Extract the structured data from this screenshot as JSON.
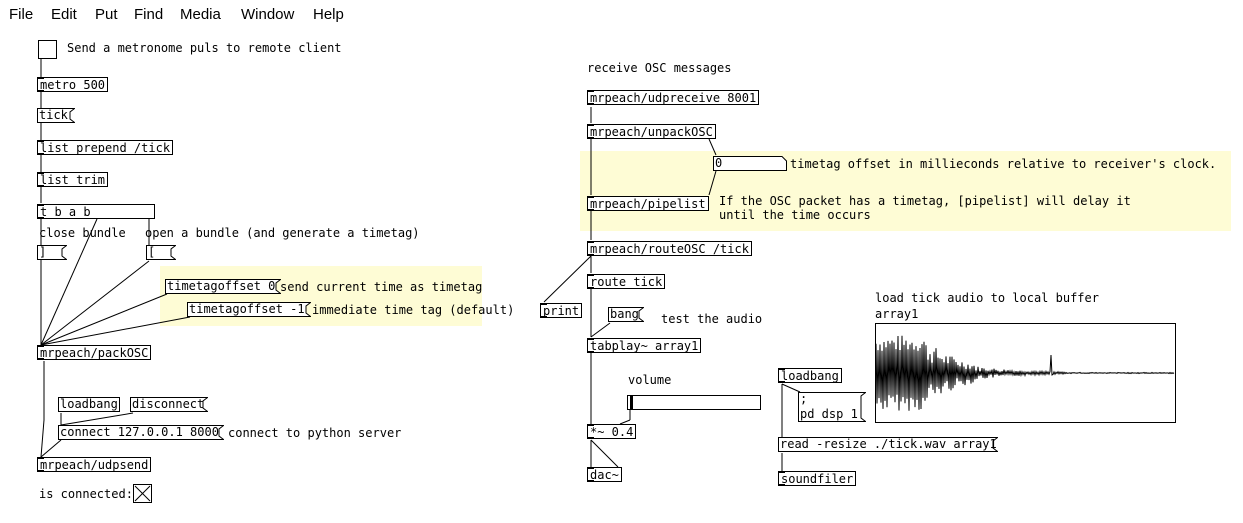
{
  "menu": [
    "File",
    "Edit",
    "Put",
    "Find",
    "Media",
    "Window",
    "Help"
  ],
  "comments": {
    "send_metronome": "Send a metronome puls to remote client",
    "receive_osc": "receive OSC messages",
    "close_bundle": "close bundle",
    "open_bundle": "open a bundle (and generate a timetag)",
    "send_current_time": "send current time as timetag",
    "immediate_tag": "immediate time tag (default)",
    "connect_python": "connect to python server",
    "is_connected": "is connected:",
    "timetag_offset": "timetag offset in millieconds relative to receiver's clock.",
    "pipelist_line1": "If the OSC packet has a timetag, [pipelist] will delay it",
    "pipelist_line2": "until the time occurs",
    "test_audio": "test the audio",
    "volume": "volume",
    "load_tick": "load tick audio to local buffer",
    "array_name": "array1"
  },
  "objects": {
    "metro": "metro 500",
    "list_prepend": "list prepend /tick",
    "list_trim": "list trim",
    "tbab": "t b a b",
    "packosc": "mrpeach/packOSC",
    "udpsend": "mrpeach/udpsend",
    "udpreceive": "mrpeach/udpreceive 8001",
    "unpackosc": "mrpeach/unpackOSC",
    "pipelist": "mrpeach/pipelist",
    "routeosc": "mrpeach/routeOSC /tick",
    "route_tick": "route tick",
    "print": "print",
    "tabplay": "tabplay~ array1",
    "mul": "*~ 0.4",
    "dac": "dac~",
    "loadbang_right": "loadbang",
    "soundfiler": "soundfiler"
  },
  "messages": {
    "tick": "tick",
    "close_msg": "]",
    "open_msg": "[",
    "timetagoffset0": "timetagoffset 0",
    "timetagoffset_neg1": "timetagoffset -1",
    "loadbang_left": "loadbang",
    "disconnect": "disconnect",
    "connect": "connect 127.0.0.1 8000",
    "bang": "bang",
    "pd_dsp_semicolon": ";",
    "pd_dsp": "pd dsp 1",
    "read_resize": "read -resize ./tick.wav array1"
  },
  "number_box": {
    "value": "0"
  },
  "volume_slider": {
    "value": 0.0
  },
  "toggles": {
    "metronome_toggle": false,
    "connected_toggle": true
  },
  "colors": {
    "comment_bg": "#fefcd5",
    "wire": "#000000"
  }
}
